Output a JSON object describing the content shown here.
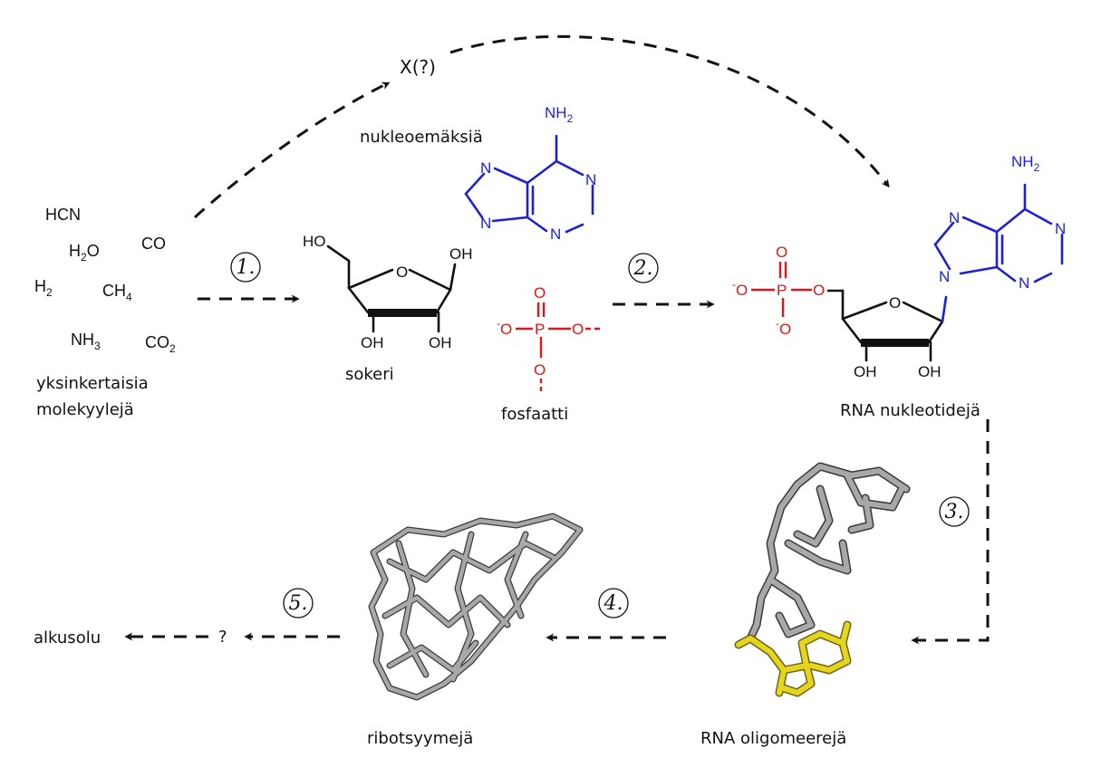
{
  "simple_molecules": {
    "formulas": [
      {
        "main": "HCN",
        "sub": ""
      },
      {
        "main": "H",
        "sub": "2",
        "tail": "O"
      },
      {
        "main": "CO",
        "sub": ""
      },
      {
        "main": "H",
        "sub": "2",
        "tail": ""
      },
      {
        "main": "CH",
        "sub": "4",
        "tail": ""
      },
      {
        "main": "NH",
        "sub": "3",
        "tail": ""
      },
      {
        "main": "CO",
        "sub": "2",
        "tail": ""
      }
    ],
    "caption_line1": "yksinkertaisia",
    "caption_line2": "molekyylejä"
  },
  "intermediate": "X(?)",
  "nucleobase": {
    "label": "nukleoemäksiä",
    "amine": "NH",
    "amine_sub": "2",
    "n": "N",
    "color": "#1f1fd6"
  },
  "sugar": {
    "label": "sokeri",
    "ho": "HO",
    "oh": "OH",
    "o": "O"
  },
  "phosphate": {
    "label": "fosfaatti",
    "p": "P",
    "o": "O",
    "minus": "-",
    "color": "#e0161b"
  },
  "nucleotide": {
    "label": "RNA nukleotidejä"
  },
  "oligomer": {
    "label": "RNA oligomeerejä",
    "highlight_color": "#e5d51e"
  },
  "ribozyme": {
    "label": "ribotsyymejä"
  },
  "unknown_step": "?",
  "protocell": "alkusolu",
  "steps": [
    "1.",
    "2.",
    "3.",
    "4.",
    "5."
  ]
}
